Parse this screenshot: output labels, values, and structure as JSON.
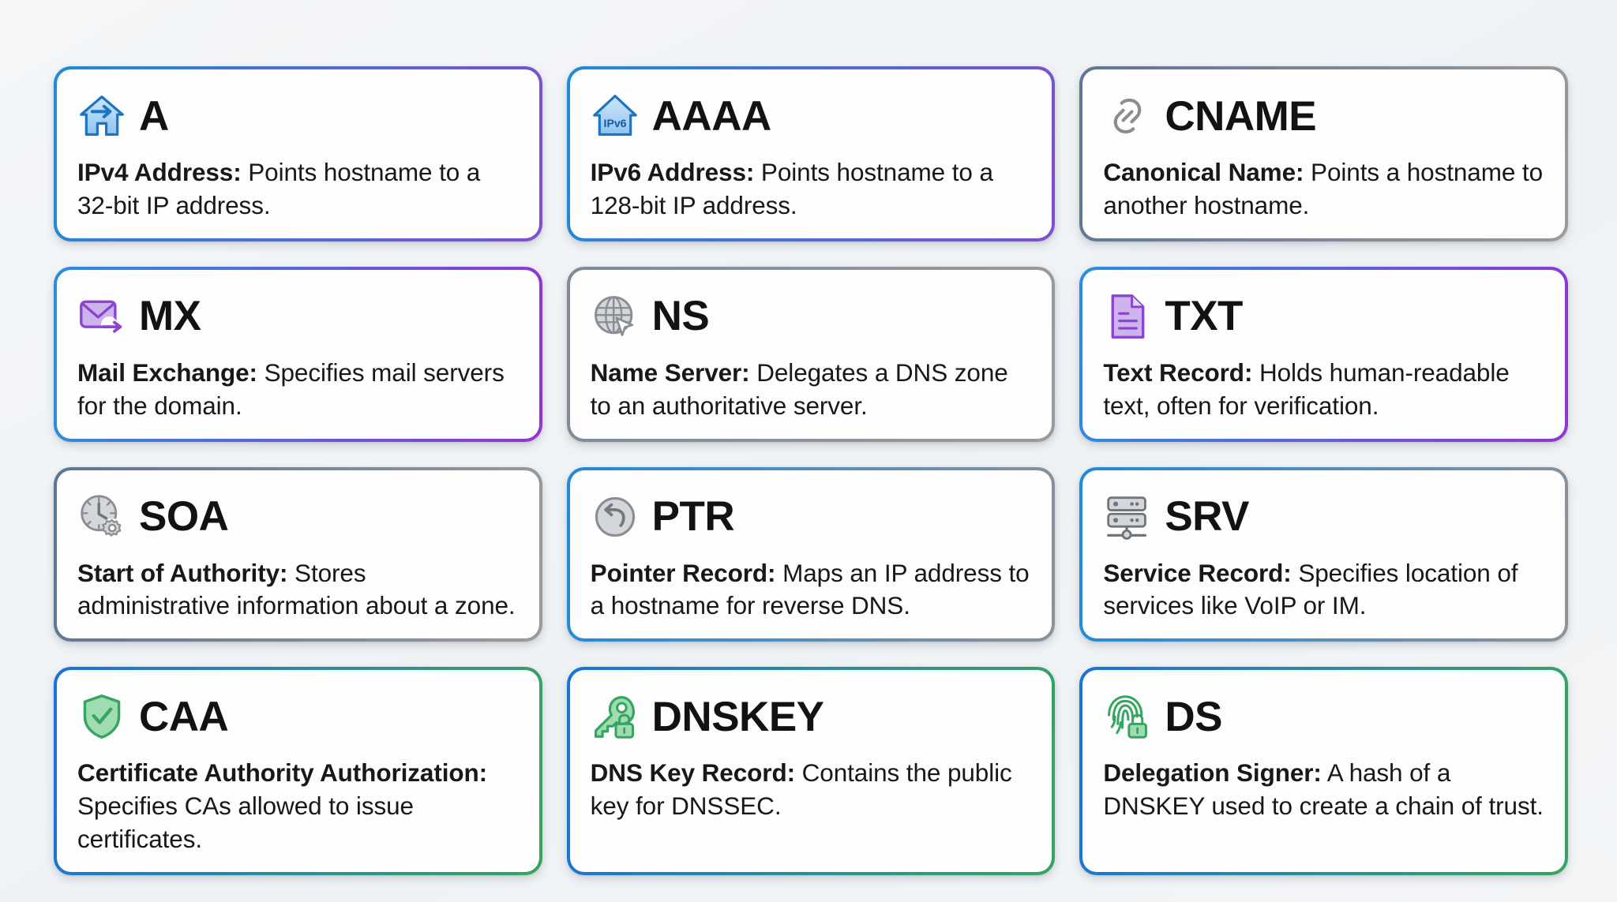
{
  "page": {
    "background_color": "#f2f5f7",
    "card_background": "#fdfdfd",
    "columns": 3,
    "rows": 4
  },
  "palette": {
    "blue": "#1f79d0",
    "purple": "#8b45cf",
    "green": "#35a55f",
    "gray": "#8a8e93",
    "slate": "#5c7290",
    "icon_blue_fill": "#a7d3f5",
    "icon_blue_stroke": "#1b74c4",
    "icon_purple_fill": "#cdb4ee",
    "icon_purple_stroke": "#8b45cf",
    "icon_gray_fill": "#d3d6da",
    "icon_gray_stroke": "#8a8e93",
    "icon_green_fill": "#9fdcb2",
    "icon_green_stroke": "#35a55f"
  },
  "cards": [
    {
      "id": "a",
      "title": "A",
      "term": "IPv4 Address:",
      "description": " Points hostname to a 32-bit IP address.",
      "icon": "house-arrow-icon",
      "border_from": "#1f8ad8",
      "border_to": "#7e4fd0"
    },
    {
      "id": "aaaa",
      "title": "AAAA",
      "term": "IPv6 Address:",
      "description": " Points hostname to a 128-bit IP address.",
      "icon": "house-ipv6-icon",
      "icon_label": "IPv6",
      "border_from": "#1f8ad8",
      "border_to": "#7e4fd0"
    },
    {
      "id": "cname",
      "title": "CNAME",
      "term": "Canonical Name:",
      "description": " Points a hostname to another hostname.",
      "icon": "chain-link-icon",
      "border_from": "#5f7593",
      "border_to": "#9a9a9a"
    },
    {
      "id": "mx",
      "title": "MX",
      "term": "Mail Exchange:",
      "description": " Specifies mail servers for the domain.",
      "icon": "envelope-arrow-icon",
      "border_from": "#2a8ede",
      "border_to": "#9333d6"
    },
    {
      "id": "ns",
      "title": "NS",
      "term": "Name Server:",
      "description": " Delegates a DNS zone to an authoritative server.",
      "icon": "globe-cursor-icon",
      "border_from": "#7f8b99",
      "border_to": "#9a9a9a"
    },
    {
      "id": "txt",
      "title": "TXT",
      "term": "Text Record:",
      "description": " Holds human-readable text, often for verification.",
      "icon": "document-lines-icon",
      "border_from": "#2a8ede",
      "border_to": "#9333d6"
    },
    {
      "id": "soa",
      "title": "SOA",
      "term": "Start of Authority:",
      "description": " Stores administrative information about a zone.",
      "icon": "clock-gear-icon",
      "border_from": "#5f7593",
      "border_to": "#9a9a9a"
    },
    {
      "id": "ptr",
      "title": "PTR",
      "term": "Pointer Record:",
      "description": " Maps an IP address to a hostname for reverse DNS.",
      "icon": "reverse-arrow-circle-icon",
      "border_from": "#1f8ad8",
      "border_to": "#8d9199"
    },
    {
      "id": "srv",
      "title": "SRV",
      "term": "Service Record:",
      "description": " Specifies location of services like VoIP or IM.",
      "icon": "server-rack-icon",
      "border_from": "#1f8ad8",
      "border_to": "#8d9199"
    },
    {
      "id": "caa",
      "title": "CAA",
      "term": "Certificate Authority Authorization:",
      "description": " Specifies CAs allowed to issue certificates.",
      "icon": "shield-check-icon",
      "border_from": "#1a73d8",
      "border_to": "#35a55f"
    },
    {
      "id": "dnskey",
      "title": "DNSKEY",
      "term": "DNS Key Record:",
      "description": " Contains the public key for DNSSEC.",
      "icon": "key-lock-icon",
      "border_from": "#1a73d8",
      "border_to": "#35a55f"
    },
    {
      "id": "ds",
      "title": "DS",
      "term": "Delegation Signer:",
      "description": " A hash of a DNSKEY used to create a chain of trust.",
      "icon": "fingerprint-lock-icon",
      "border_from": "#1a73d8",
      "border_to": "#35a55f"
    }
  ]
}
